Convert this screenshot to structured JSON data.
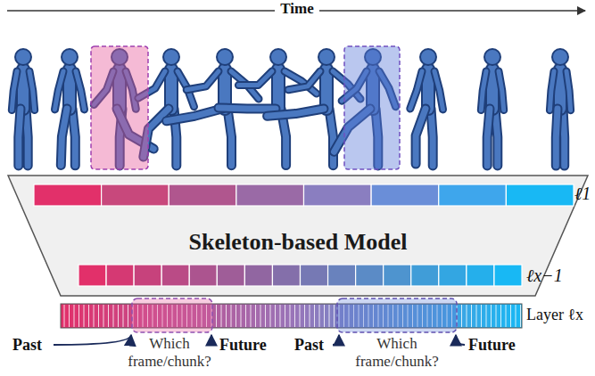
{
  "diagram": {
    "nodes": [
      {
        "text": [
          "Skeleton-based Model"
        ]
      }
    ],
    "labels": [
      "Time",
      "ℓ1",
      "ℓx−1",
      "Layer ℓx",
      "Past",
      "Which frame/chunk?",
      "Future",
      "Past",
      "Which frame/chunk?",
      "Future"
    ]
  }
}
